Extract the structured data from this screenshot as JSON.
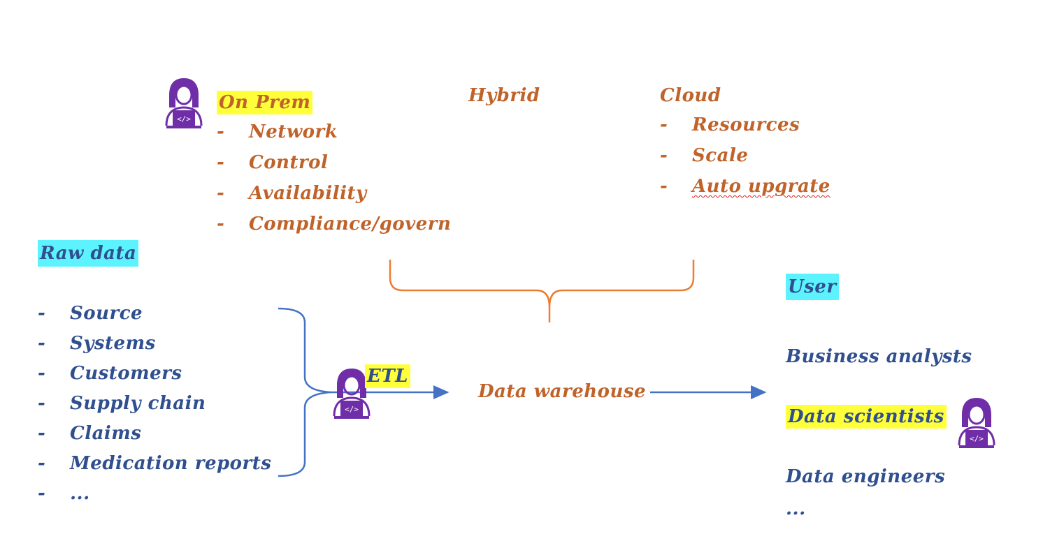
{
  "colors": {
    "orange_text": "#c0632a",
    "blue_text": "#2f4f8f",
    "highlight_yellow": "#ffff3a",
    "highlight_cyan": "#5cf3ff",
    "avatar_purple": "#6f2da8",
    "connector_blue": "#4472c4",
    "brace_orange": "#ed7d31"
  },
  "on_prem": {
    "title": "On Prem",
    "items": [
      "Network",
      "Control",
      "Availability",
      "Compliance/govern"
    ]
  },
  "hybrid": {
    "title": "Hybrid"
  },
  "cloud": {
    "title": "Cloud",
    "items": [
      "Resources",
      "Scale",
      "Auto upgrate"
    ]
  },
  "raw_data": {
    "title": "Raw data",
    "items": [
      "Source",
      "Systems",
      "Customers",
      "Supply chain",
      "Claims",
      "Medication reports",
      "..."
    ]
  },
  "etl": {
    "label": "ETL"
  },
  "warehouse": {
    "label": "Data warehouse"
  },
  "users": {
    "title": "User",
    "items": [
      "Business analysts",
      "Data scientists",
      "Data engineers",
      "..."
    ]
  },
  "list_dash": "-",
  "icons": [
    "developer-avatar-icon"
  ]
}
